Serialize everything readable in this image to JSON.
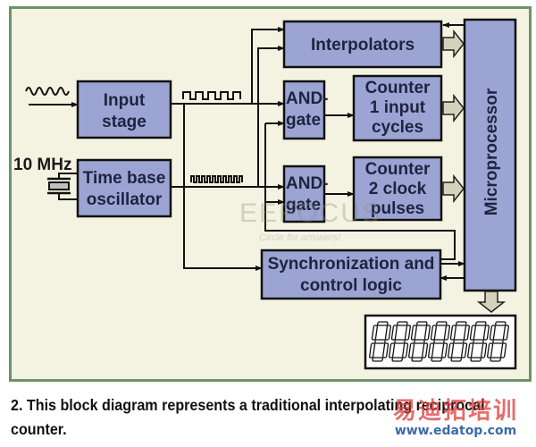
{
  "diagram": {
    "blocks": {
      "input_stage": [
        "Input",
        "stage"
      ],
      "time_base": [
        "Time base",
        "oscillator"
      ],
      "interpolators": "Interpolators",
      "and_gate_1": [
        "AND-",
        "gate"
      ],
      "and_gate_2": [
        "AND-",
        "gate"
      ],
      "counter_1": [
        "Counter",
        "1 input",
        "cycles"
      ],
      "counter_2": [
        "Counter",
        "2 clock",
        "pulses"
      ],
      "sync_logic": [
        "Synchronization and",
        "control logic"
      ],
      "microprocessor": "Microprocessor"
    },
    "labels": {
      "crystal_freq": "10 MHz"
    },
    "display": {
      "digits": 7,
      "reading": "8888888"
    },
    "colors": {
      "block_fill": "#9ba4d3",
      "background": "#f4f3e2",
      "frame_border": "#6b9369",
      "bus_arrow": "#d4d2bd"
    }
  },
  "caption": "2. This block diagram represents a traditional interpolating reciprocal counter.",
  "watermarks": {
    "eefocus": "EEFOCUS",
    "eefocus_sub": "Circle for answers!",
    "edatop_cn": "易迪拓培训",
    "edatop_url": "www.edatop.com"
  }
}
